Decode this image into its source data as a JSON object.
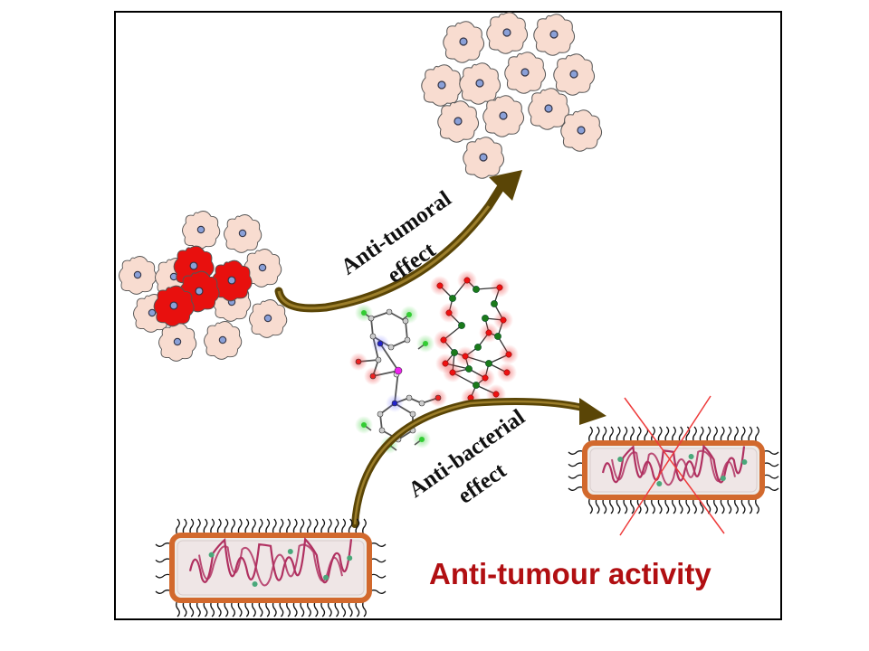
{
  "labels": {
    "anti_tumoral_line1": "Anti-tumoral",
    "anti_tumoral_line2": "effect",
    "anti_bacterial_line1": "Anti-bacterial",
    "anti_bacterial_line2": "effect",
    "title": "Anti-tumour activity"
  },
  "colors": {
    "title": "#b10f12",
    "arrow": "#5a4506",
    "healthy_cell": "#f8dcd0",
    "tumor_cell": "#e8100e",
    "bacteria_wall": "#d2692d",
    "bacteria_body": "#eeeae6",
    "dna": "#b03060",
    "cross": "#ee3b3b"
  },
  "icons": {
    "healthy_cell": "healthy-cell-icon",
    "tumor_cell": "tumor-cell-icon",
    "bacterium": "bacterium-icon",
    "molecule": "molecule-structure-icon",
    "cross": "cross-mark-icon"
  }
}
